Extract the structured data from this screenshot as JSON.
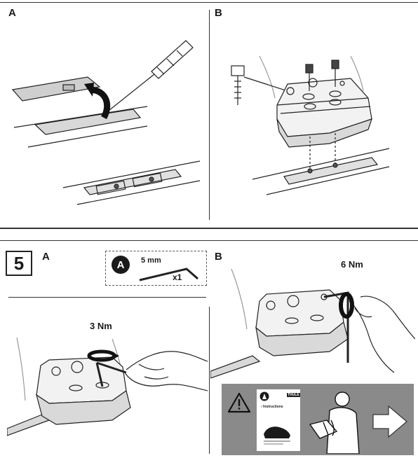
{
  "top_left": {
    "label": "A"
  },
  "top_right": {
    "label": "B"
  },
  "step": {
    "number": "5",
    "left_label": "A",
    "right_label": "B",
    "tool": {
      "badge": "A",
      "size": "5 mm",
      "quantity": "x1"
    },
    "left_torque": "3 Nm",
    "right_torque": "6 Nm"
  },
  "warning": {
    "booklet_title": "› Instructions",
    "brand": "THULE"
  }
}
